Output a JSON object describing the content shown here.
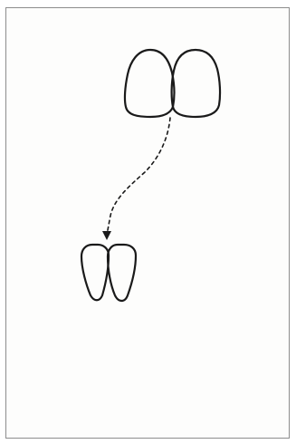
{
  "figure": {
    "description_kind": "tooth-shape-diagram",
    "stroke_color": "#1a1a1a",
    "frame_color": "#8d8d8d",
    "background_color": "#fdfdfc",
    "elements": [
      {
        "name": "upper-tooth-pair-icon",
        "kind": "two broad rounded crowns"
      },
      {
        "name": "dashed-arrow",
        "kind": "dotted connector with arrowhead"
      },
      {
        "name": "lower-tooth-pair-icon",
        "kind": "two narrow tapered crowns"
      }
    ]
  }
}
